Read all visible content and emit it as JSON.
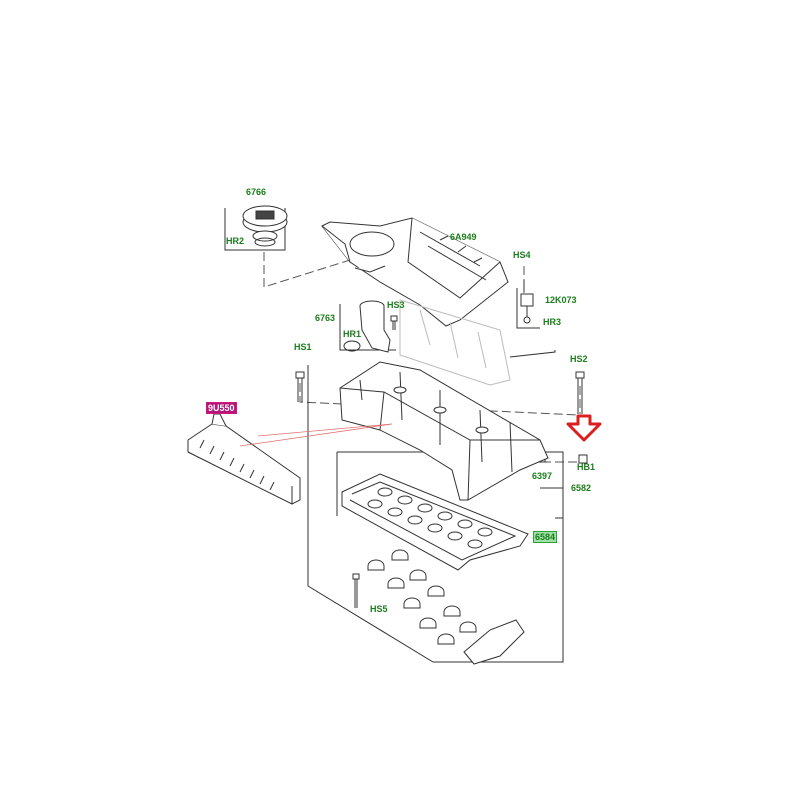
{
  "colors": {
    "label_green": "#1b7d1b",
    "line": "#2b2b2b",
    "dashed_line": "#555555",
    "highlight_pink": "#d6167a",
    "highlight_green": "#2e9e38",
    "arrow_red": "#d91f1f",
    "leader_red": "#e07070"
  },
  "labels": {
    "p6766": "6766",
    "hr2": "HR2",
    "p6a949": "6A949",
    "hs4": "HS4",
    "p12k073": "12K073",
    "hr3": "HR3",
    "p6763": "6763",
    "hs3": "HS3",
    "hr1": "HR1",
    "hs1": "HS1",
    "hs2": "HS2",
    "hb1": "HB1",
    "p6397": "6397",
    "p6582": "6582",
    "p6584": "6584",
    "hs5": "HS5",
    "p9u550": "9U550"
  },
  "highlights": {
    "pink_label": "9U550",
    "green_label": "6584",
    "red_arrow": "down-arrow-icon"
  }
}
